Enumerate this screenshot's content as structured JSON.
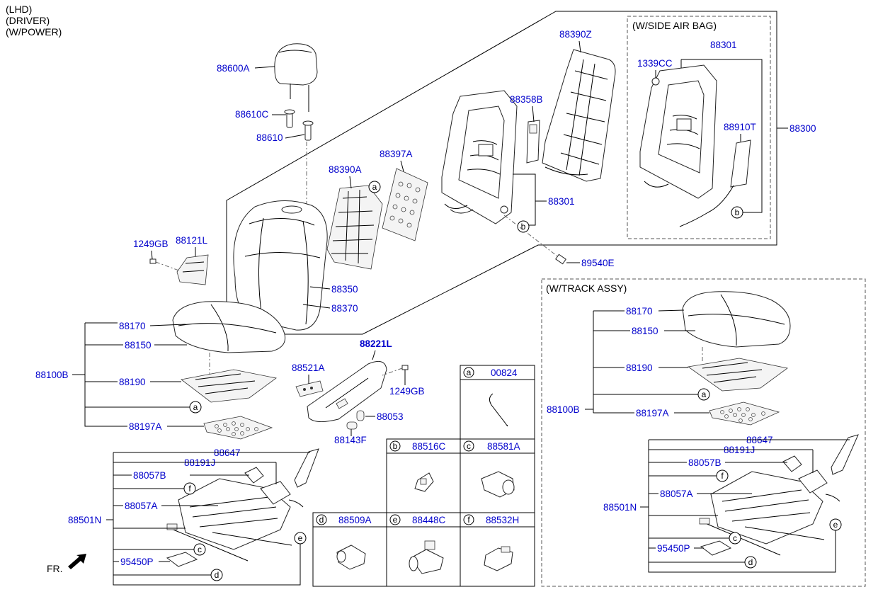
{
  "header": {
    "lines": [
      "(LHD)",
      "(DRIVER)",
      "(W/POWER)"
    ]
  },
  "boxes": {
    "side_air_bag": "(W/SIDE AIR BAG)",
    "track_assy": "(W/TRACK ASSY)"
  },
  "front_label": "FR.",
  "parts": {
    "p88600A": "88600A",
    "p88610C": "88610C",
    "p88610": "88610",
    "p88390A": "88390A",
    "p88397A": "88397A",
    "p88358B": "88358B",
    "p88390Z": "88390Z",
    "p88301_main": "88301",
    "p1339CC": "1339CC",
    "p88301_box": "88301",
    "p88910T": "88910T",
    "p88300": "88300",
    "p89540E": "89540E",
    "p1249GB_a": "1249GB",
    "p88121L": "88121L",
    "p88350": "88350",
    "p88370": "88370",
    "p88170": "88170",
    "p88150": "88150",
    "p88100B": "88100B",
    "p88190": "88190",
    "p88197A": "88197A",
    "p88221L": "88221L",
    "p88521A": "88521A",
    "p1249GB_b": "1249GB",
    "p88053": "88053",
    "p88143F": "88143F",
    "p88647": "88647",
    "p88191J": "88191J",
    "p88057B": "88057B",
    "p88057A": "88057A",
    "p88501N": "88501N",
    "p95450P": "95450P",
    "r88170": "88170",
    "r88150": "88150",
    "r88190": "88190",
    "r88100B": "88100B",
    "r88197A": "88197A",
    "r88647": "88647",
    "r88191J": "88191J",
    "r88057B": "88057B",
    "r88057A": "88057A",
    "r88501N": "88501N",
    "r95450P": "95450P"
  },
  "callout_letters": {
    "a": "a",
    "b": "b",
    "c": "c",
    "d": "d",
    "e": "e",
    "f": "f"
  },
  "legend_table": {
    "a": {
      "letter": "a",
      "part": "00824"
    },
    "b": {
      "letter": "b",
      "part": "88516C"
    },
    "c": {
      "letter": "c",
      "part": "88581A"
    },
    "d": {
      "letter": "d",
      "part": "88509A"
    },
    "e": {
      "letter": "e",
      "part": "88448C"
    },
    "f": {
      "letter": "f",
      "part": "88532H"
    }
  }
}
